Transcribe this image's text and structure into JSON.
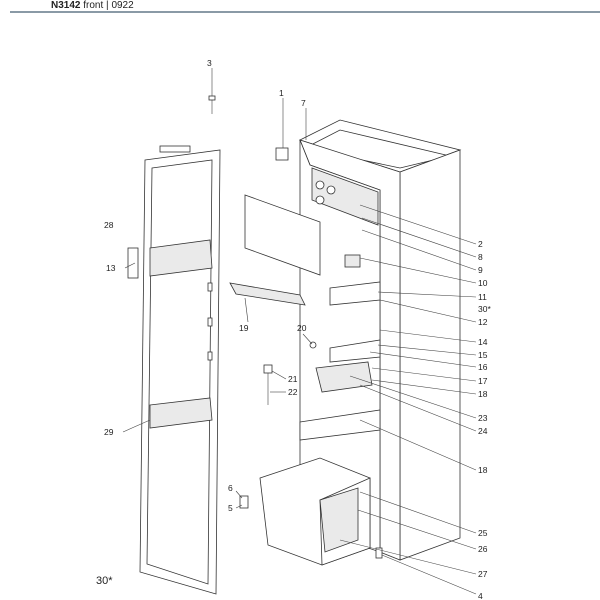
{
  "header": {
    "model": "N3142",
    "view": "front",
    "separator": "|",
    "code": "0922"
  },
  "footnote": "30*",
  "callouts_left": [
    {
      "id": "c3",
      "label": "3"
    },
    {
      "id": "c1",
      "label": "1"
    },
    {
      "id": "c7",
      "label": "7"
    },
    {
      "id": "c28",
      "label": "28"
    },
    {
      "id": "c13",
      "label": "13"
    },
    {
      "id": "c19",
      "label": "19"
    },
    {
      "id": "c20",
      "label": "20"
    },
    {
      "id": "c21",
      "label": "21"
    },
    {
      "id": "c22",
      "label": "22"
    },
    {
      "id": "c29",
      "label": "29"
    },
    {
      "id": "c6",
      "label": "6"
    },
    {
      "id": "c5",
      "label": "5"
    }
  ],
  "callouts_right": [
    {
      "label": "2"
    },
    {
      "label": "8"
    },
    {
      "label": "9"
    },
    {
      "label": "10"
    },
    {
      "label": "11"
    },
    {
      "label": "30*"
    },
    {
      "label": "12"
    },
    {
      "label": "14"
    },
    {
      "label": "15"
    },
    {
      "label": "16"
    },
    {
      "label": "17"
    },
    {
      "label": "18"
    },
    {
      "label": "23"
    },
    {
      "label": "24"
    },
    {
      "label": "18"
    },
    {
      "label": "25"
    },
    {
      "label": "26"
    },
    {
      "label": "27"
    },
    {
      "label": "4"
    }
  ]
}
